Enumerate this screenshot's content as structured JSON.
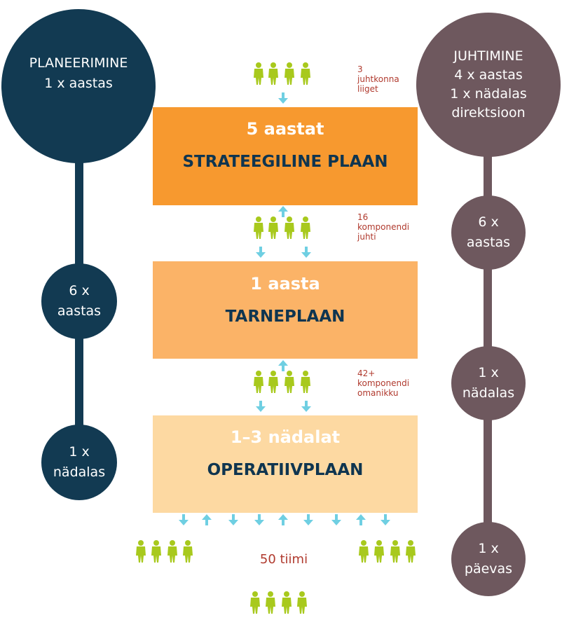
{
  "colors": {
    "left_circle": "#123a52",
    "right_circle": "#6e585e",
    "box_top": "#f7992f",
    "box_mid": "#fbb367",
    "box_bottom": "#fdd9a2",
    "arrows": "#6fcfe2",
    "people": "#a8c91d",
    "notes": "#b03a2e",
    "plan_title": "#0f3550"
  },
  "left": {
    "top": {
      "line1": "PLANEERIMINE",
      "line2": "1 x aastas"
    },
    "mid": {
      "line1": "6 x",
      "line2": "aastas"
    },
    "bottom": {
      "line1": "1 x",
      "line2": "nädalas"
    }
  },
  "right": {
    "top": {
      "line1": "JUHTIMINE",
      "line2": "4 x aastas",
      "line3": "1 x nädalas",
      "line4": "direktsioon"
    },
    "c2": {
      "line1": "6 x",
      "line2": "aastas"
    },
    "c3": {
      "line1": "1 x",
      "line2": "nädalas"
    },
    "c4": {
      "line1": "1 x",
      "line2": "päevas"
    }
  },
  "boxes": {
    "top": {
      "period": "5 aastat",
      "name": "STRATEEGILINE PLAAN"
    },
    "mid": {
      "period": "1 aasta",
      "name": "TARNEPLAAN"
    },
    "bottom": {
      "period": "1–3 nädalat",
      "name": "OPERATIIVPLAAN"
    }
  },
  "notes": {
    "n1": {
      "line1": "3",
      "line2": "juhtkonna",
      "line3": "liiget"
    },
    "n2": {
      "line1": "16",
      "line2": "komponendi",
      "line3": "juhti"
    },
    "n3": {
      "line1": "42+",
      "line2": "komponendi",
      "line3": "omanikku"
    }
  },
  "teams": {
    "label": "50 tiimi"
  },
  "icons": {
    "person": "person-icon",
    "arrow_up": "arrow-up-icon",
    "arrow_down": "arrow-down-icon"
  }
}
